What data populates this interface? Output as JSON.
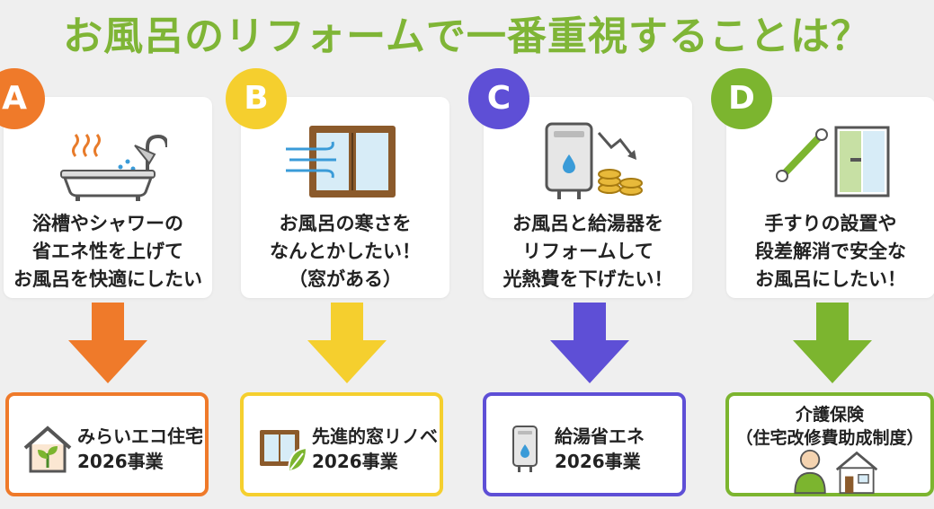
{
  "title": "お風呂のリフォームで一番重視することは？",
  "options": [
    {
      "letter": "A",
      "color": "#ef7a2a",
      "icon": "bathtub-shower-icon",
      "text": "浴槽やシャワーの\n省エネ性を上げて\nお風呂を快適にしたい",
      "result_icon": "eco-house-icon",
      "result_text": "みらいエコ住宅\n2026事業"
    },
    {
      "letter": "B",
      "color": "#f5cf2e",
      "icon": "cold-window-icon",
      "text": "お風呂の寒さを\nなんとかしたい！\n（窓がある）",
      "result_icon": "eco-window-icon",
      "result_text": "先進的窓リノベ\n2026事業"
    },
    {
      "letter": "C",
      "color": "#5e4fd6",
      "icon": "water-heater-coins-icon",
      "text": "お風呂と給湯器を\nリフォームして\n光熱費を下げたい！",
      "result_icon": "water-heater-icon",
      "result_text": "給湯省エネ\n2026事業"
    },
    {
      "letter": "D",
      "color": "#7cb52f",
      "icon": "handrail-door-icon",
      "text": "手すりの設置や\n段差解消で安全な\nお風呂にしたい！",
      "result_icon": "elderly-house-icon",
      "result_text": "介護保険\n（住宅改修費助成制度）"
    }
  ]
}
